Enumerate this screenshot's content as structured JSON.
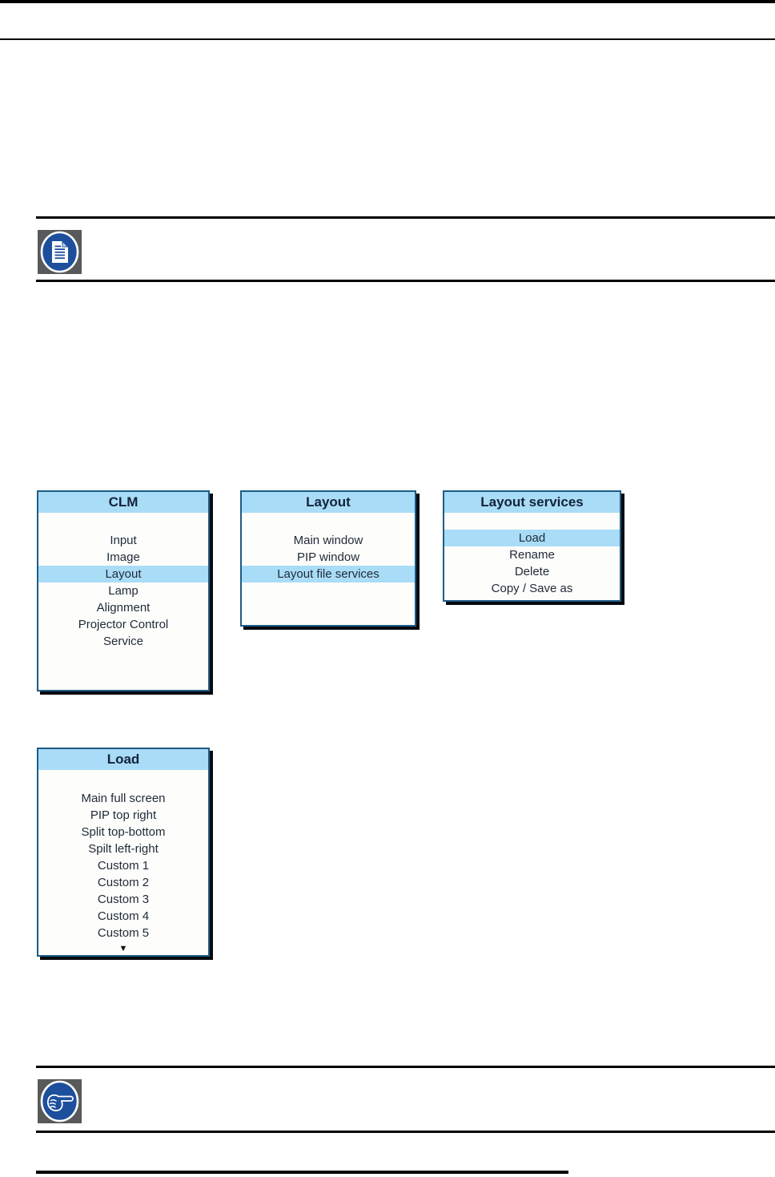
{
  "colors": {
    "highlight_blue": "#a9dcf6",
    "menu_border": "#1d5c86",
    "menu_shadow": "#06090e",
    "menu_text": "#1f2a38",
    "icon_gray": "#58595b",
    "icon_blue": "#1d4f9c",
    "rule_black": "#000000"
  },
  "icons": {
    "note": "note-document-icon",
    "tip": "pointing-hand-icon"
  },
  "menus": [
    {
      "title": "CLM",
      "items": [
        {
          "label": "Input",
          "highlighted": false
        },
        {
          "label": "Image",
          "highlighted": false
        },
        {
          "label": "Layout",
          "highlighted": true
        },
        {
          "label": "Lamp",
          "highlighted": false
        },
        {
          "label": "Alignment",
          "highlighted": false
        },
        {
          "label": "Projector Control",
          "highlighted": false
        },
        {
          "label": "Service",
          "highlighted": false
        }
      ]
    },
    {
      "title": "Layout",
      "items": [
        {
          "label": "Main window",
          "highlighted": false
        },
        {
          "label": "PIP window",
          "highlighted": false
        },
        {
          "label": "Layout file services",
          "highlighted": true
        }
      ]
    },
    {
      "title": "Layout services",
      "items": [
        {
          "label": "Load",
          "highlighted": true
        },
        {
          "label": "Rename",
          "highlighted": false
        },
        {
          "label": "Delete",
          "highlighted": false
        },
        {
          "label": "Copy / Save as",
          "highlighted": false
        }
      ]
    },
    {
      "title": "Load",
      "items": [
        {
          "label": "Main full screen",
          "highlighted": false
        },
        {
          "label": "PIP top right",
          "highlighted": false
        },
        {
          "label": "Split top-bottom",
          "highlighted": false
        },
        {
          "label": "Spilt left-right",
          "highlighted": false
        },
        {
          "label": "Custom 1",
          "highlighted": false
        },
        {
          "label": "Custom 2",
          "highlighted": false
        },
        {
          "label": "Custom 3",
          "highlighted": false
        },
        {
          "label": "Custom 4",
          "highlighted": false
        },
        {
          "label": "Custom 5",
          "highlighted": false
        }
      ],
      "more_indicator": "▼"
    }
  ]
}
